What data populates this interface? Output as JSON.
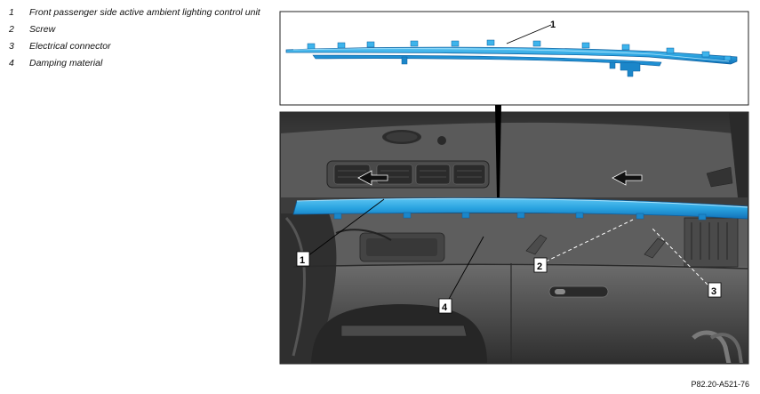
{
  "legend": [
    {
      "num": "1",
      "text": "Front passenger side active ambient lighting control unit"
    },
    {
      "num": "2",
      "text": "Screw"
    },
    {
      "num": "3",
      "text": "Electrical connector"
    },
    {
      "num": "4",
      "text": "Damping material"
    }
  ],
  "callouts": {
    "top_part": "1",
    "bottom_part": "1",
    "screw": "2",
    "connector": "3",
    "damping": "4"
  },
  "figure_id": "P82.20-A521-76",
  "colors": {
    "part_blue": "#29a3e0",
    "part_blue_dark": "#1272b8",
    "interior_dark": "#3a3a3a",
    "interior_mid": "#5a5a5a"
  }
}
